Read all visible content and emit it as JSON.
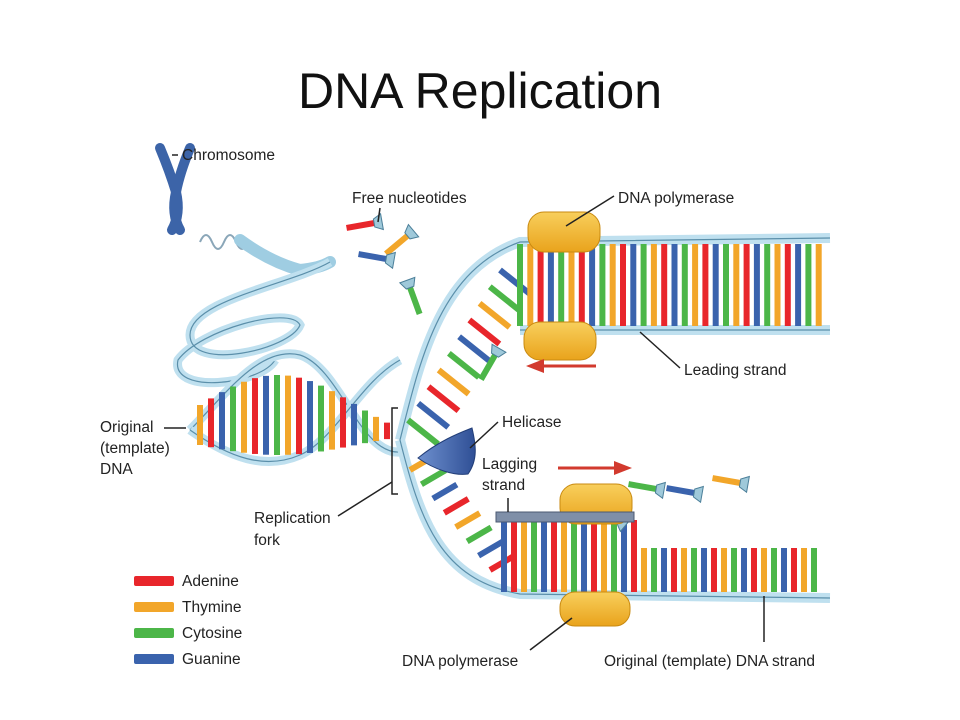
{
  "title": "DNA Replication",
  "labels": {
    "chromosome": "Chromosome",
    "free_nucleotides": "Free nucleotides",
    "dna_polymerase_top": "DNA polymerase",
    "leading_strand": "Leading strand",
    "helicase": "Helicase",
    "lagging_strand_1": "Lagging",
    "lagging_strand_2": "strand",
    "original_dna_1": "Original",
    "original_dna_2": "(template)",
    "original_dna_3": "DNA",
    "replication_fork_1": "Replication",
    "replication_fork_2": "fork",
    "dna_polymerase_bottom": "DNA polymerase",
    "original_template_strand": "Original (template) DNA strand"
  },
  "legend": [
    {
      "label": "Adenine",
      "color": "#e8262b"
    },
    {
      "label": "Thymine",
      "color": "#f2a62a"
    },
    {
      "label": "Cytosine",
      "color": "#4cb648"
    },
    {
      "label": "Guanine",
      "color": "#3a63ad"
    }
  ],
  "colors": {
    "backbone": "#bfe0ef",
    "backbone_edge": "#5b8faa",
    "polymerase": "#f2b630",
    "helicase": "#3e67b0",
    "arrow": "#d23a2e"
  }
}
